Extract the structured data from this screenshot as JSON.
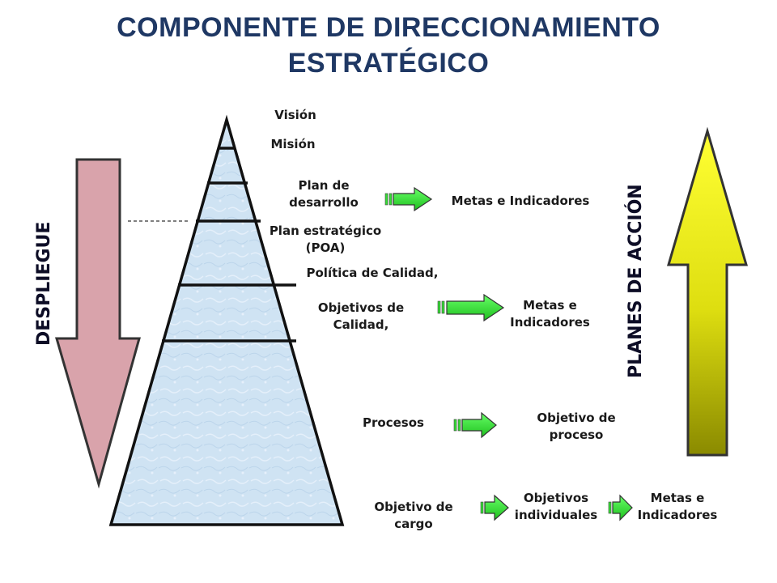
{
  "title": {
    "line1": "COMPONENTE DE DIRECCIONAMIENTO",
    "line2": "ESTRATÉGICO"
  },
  "left_arrow": {
    "label": "DESPLIEGUE",
    "color": "#d9a3ab"
  },
  "right_arrow": {
    "label": "PLANES DE ACCIÓN",
    "color": "#e8e800"
  },
  "pyramid": {
    "color": "#cfe3f3",
    "levels": {
      "vision": "Visión",
      "mision": "Misión",
      "plan_desarrollo": [
        "Plan de",
        "desarrollo"
      ],
      "plan_estrategico": [
        "Plan estratégico",
        "(POA)"
      ],
      "politica": "Política de Calidad,",
      "objetivos_calidad": [
        "Objetivos de",
        "Calidad,"
      ],
      "procesos": "Procesos",
      "objetivo_cargo": [
        "Objetivo de",
        "cargo"
      ]
    }
  },
  "outputs": {
    "metas_1": "Metas e Indicadores",
    "metas_2": [
      "Metas e",
      "Indicadores"
    ],
    "objetivo_proceso": [
      "Objetivo de",
      "proceso"
    ],
    "objetivos_individuales": [
      "Objetivos",
      "individuales"
    ],
    "metas_3": [
      "Metas e",
      "Indicadores"
    ]
  },
  "small_arrow_color": "#33dd33"
}
